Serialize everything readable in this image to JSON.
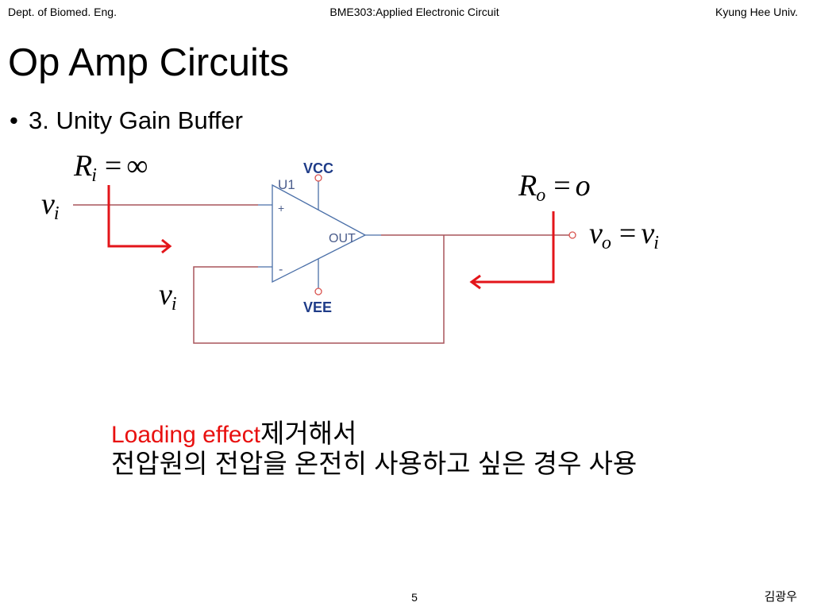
{
  "header": {
    "department": "Dept. of Biomed. Eng.",
    "course": "BME303:Applied Electronic Circuit",
    "university": "Kyung Hee Univ."
  },
  "title": "Op Amp Circuits",
  "bullet": {
    "marker": "•",
    "text": "3. Unity Gain Buffer"
  },
  "circuit": {
    "opamp": {
      "reference": "U1",
      "noninverting_input": "+",
      "inverting_input": "-",
      "output": "OUT",
      "positive_supply": "VCC",
      "negative_supply": "VEE"
    },
    "input_resistance": {
      "symbol": "R",
      "subscript": "i",
      "relation": "=",
      "value": "∞"
    },
    "input_voltage": {
      "symbol": "v",
      "subscript": "i"
    },
    "feedback_voltage": {
      "symbol": "v",
      "subscript": "i"
    },
    "output_resistance": {
      "symbol": "R",
      "subscript": "o",
      "relation": "=",
      "value": "o"
    },
    "output_voltage": {
      "symbol": "v",
      "subscript": "o",
      "relation": "=",
      "value_symbol": "v",
      "value_subscript": "i"
    }
  },
  "note": {
    "highlight": "Loading effect",
    "line1": "제거해서",
    "line2": "전압원의 전압을 온전히 사용하고 싶은 경우 사용"
  },
  "footer": {
    "page_number": "5",
    "author": "김광우"
  },
  "colors": {
    "text": "#000000",
    "highlight": "#e8100f",
    "arrow": "#e3151a",
    "wire": "#a8555c",
    "opamp": "#4a6fa8",
    "opamp_label": "#4b5d8c",
    "pin_label": "#1f3c88",
    "terminal": "#d9534f"
  }
}
